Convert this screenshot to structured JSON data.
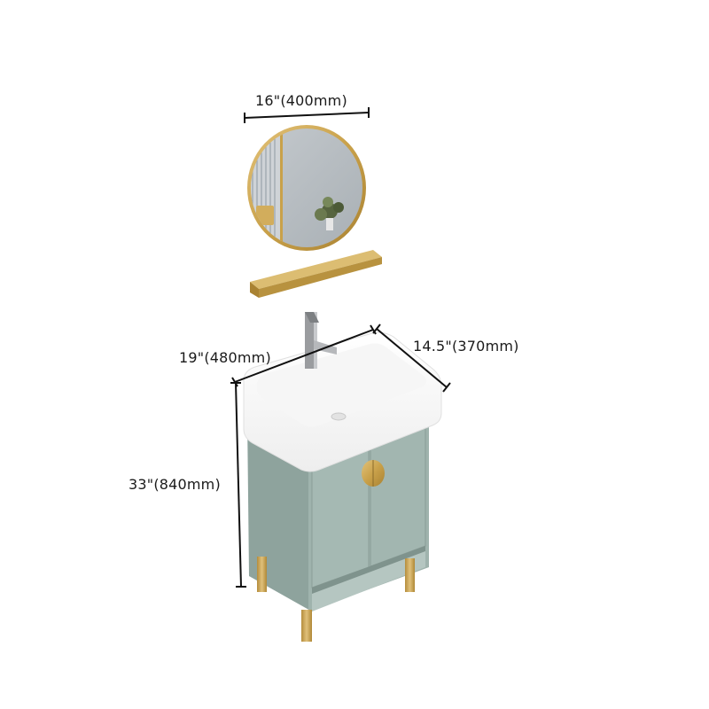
{
  "product": {
    "description": "Bathroom vanity set: round gold-framed mirror, gold shelf, white ceramic sink, sage-green two-door cabinet on gold legs"
  },
  "dimensions": {
    "mirror_width": "16\"(400mm)",
    "sink_width": "19\"(480mm)",
    "sink_depth": "14.5\"(370mm)",
    "vanity_height": "33\"(840mm)"
  },
  "colors": {
    "background": "#ffffff",
    "gold": "#c9a14a",
    "gold_dark": "#a98232",
    "cabinet": "#9fb3ad",
    "cabinet_side": "#8ea39d",
    "cabinet_dark": "#7f938d",
    "sink": "#ffffff",
    "mirror": "#b8bec3",
    "dimension_line": "#111111",
    "faucet": "#9a9c9f"
  }
}
